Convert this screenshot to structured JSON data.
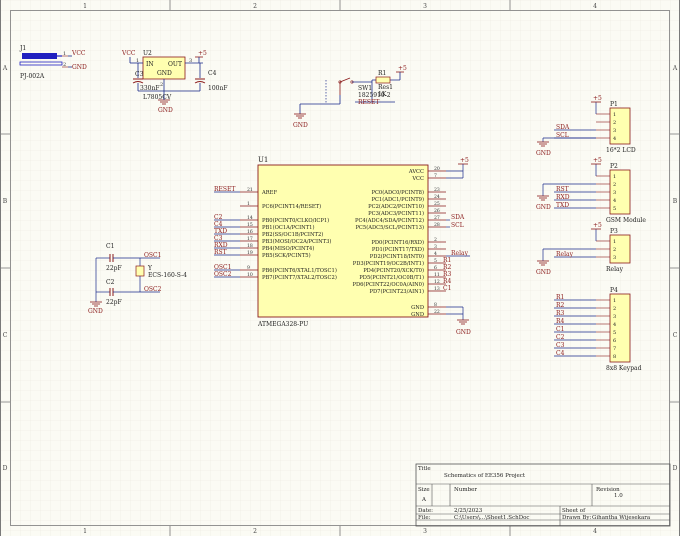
{
  "border": {
    "columns": [
      "1",
      "2",
      "3",
      "4"
    ],
    "rows": [
      "A",
      "B",
      "C",
      "D"
    ]
  },
  "j1": {
    "ref": "J1",
    "part": "PJ-002A",
    "pin1": "1",
    "pin2": "2",
    "vcc": "VCC",
    "gnd": "GND"
  },
  "u2": {
    "ref": "U2",
    "part": "L7805CV",
    "pin_in": "IN",
    "pin_out": "OUT",
    "pin_gnd": "GND",
    "n1": "1",
    "n2": "2",
    "n3": "3",
    "vcc": "VCC",
    "plus5": "+5",
    "c1ref": "C3",
    "c1val": "330nF",
    "c2ref": "C4",
    "c2val": "100nF",
    "gnd": "GND"
  },
  "reset_circuit": {
    "r_ref": "R1",
    "r_val": "Res1",
    "r_val2": "1K",
    "sw_ref": "SW1",
    "sw_part": "1825910-2",
    "plus5": "+5",
    "net": "RESET",
    "gnd": "GND"
  },
  "u1": {
    "ref": "U1",
    "part": "ATMEGA328-PU",
    "left_pins": [
      {
        "name": "AREF",
        "num": "21"
      },
      {
        "name": "PC6(PCINT14/RESET)",
        "num": "1"
      },
      {
        "name": "PB0(PCINT0/CLKO/ICP1)",
        "num": "14"
      },
      {
        "name": "PB1(OC1A/PCINT1)",
        "num": "15"
      },
      {
        "name": "PB2(SS/OC1B/PCINT2)",
        "num": "16"
      },
      {
        "name": "PB3(MOSI/OC2A/PCINT3)",
        "num": "17"
      },
      {
        "name": "PB4(MISO/PCINT4)",
        "num": "18"
      },
      {
        "name": "PB5(SCK/PCINT5)",
        "num": "19"
      },
      {
        "name": "PB6(PCINT6/XTAL1/TOSC1)",
        "num": "9"
      },
      {
        "name": "PB7(PCINT7/XTAL2/TOSC2)",
        "num": "10"
      }
    ],
    "left_nets": [
      "RESET",
      "C2",
      "C4",
      "TXD",
      "C3",
      "RXD",
      "RST",
      "OSC1",
      "OSC2"
    ],
    "right_pins": [
      {
        "name": "AVCC",
        "num": "20"
      },
      {
        "name": "VCC",
        "num": "7"
      },
      {
        "name": "PC0(ADC0/PCINT8)",
        "num": "23"
      },
      {
        "name": "PC1(ADC1/PCINT9)",
        "num": "24"
      },
      {
        "name": "PC2(ADC2/PCINT10)",
        "num": "25"
      },
      {
        "name": "PC3(ADC3/PCINT11)",
        "num": "26"
      },
      {
        "name": "PC4(ADC4/SDA/PCINT12)",
        "num": "27"
      },
      {
        "name": "PC5(ADC5/SCL/PCINT13)",
        "num": "28"
      },
      {
        "name": "PD0(PCINT16/RXD)",
        "num": "2"
      },
      {
        "name": "PD1(PCINT17/TXD)",
        "num": "3"
      },
      {
        "name": "PD2(PCINT18/INT0)",
        "num": "4"
      },
      {
        "name": "PD3(PCINT19/OC2B/INT1)",
        "num": "5"
      },
      {
        "name": "PD4(PCINT20/XCK/T0)",
        "num": "6"
      },
      {
        "name": "PD5(PCINT21/OC0B/T1)",
        "num": "11"
      },
      {
        "name": "PD6(PCINT22/OC0A/AIN0)",
        "num": "12"
      },
      {
        "name": "PD7(PCINT23/AIN1)",
        "num": "13"
      },
      {
        "name": "GND",
        "num": "8"
      },
      {
        "name": "GND",
        "num": "22"
      }
    ],
    "right_nets": [
      "SDA",
      "SCL",
      "Relay",
      "R1",
      "R2",
      "R3",
      "R4",
      "C1"
    ],
    "plus5": "+5",
    "gnd": "GND"
  },
  "crystal": {
    "c1ref": "C1",
    "c1val": "22pF",
    "c2ref": "C2",
    "c2val": "22pF",
    "yref": "Y",
    "ypart": "ECS-160-S-4",
    "osc1": "OSC1",
    "osc2": "OSC2",
    "gnd": "GND"
  },
  "p1": {
    "ref": "P1",
    "name": "16*2 LCD",
    "pins": [
      "1",
      "2",
      "3",
      "4"
    ],
    "nets": [
      "SDA",
      "SCL"
    ],
    "plus5": "+5",
    "gnd": "GND"
  },
  "p2": {
    "ref": "P2",
    "name": "GSM Module",
    "pins": [
      "1",
      "2",
      "3",
      "4",
      "5"
    ],
    "nets": [
      "RST",
      "RXD",
      "TXD"
    ],
    "plus5": "+5",
    "gnd": "GND"
  },
  "p3": {
    "ref": "P3",
    "name": "Relay",
    "pins": [
      "1",
      "2",
      "3"
    ],
    "nets": [
      "Relay"
    ],
    "plus5": "+5",
    "gnd": "GND"
  },
  "p4": {
    "ref": "P4",
    "name": "8x8 Keypad",
    "pins": [
      "1",
      "2",
      "3",
      "4",
      "5",
      "6",
      "7",
      "8"
    ],
    "nets": [
      "R1",
      "R2",
      "R3",
      "R4",
      "C1",
      "C2",
      "C3",
      "C4"
    ]
  },
  "title_block": {
    "title_label": "Title",
    "title": "Schematics of EE356 Project",
    "size_label": "Size",
    "size": "A",
    "number_label": "Number",
    "revision_label": "Revision",
    "revision": "1.0",
    "date_label": "Date:",
    "date": "2/25/2023",
    "sheet_label": "Sheet   of",
    "file_label": "File:",
    "file": "C:\\Users\\...\\Sheet1.SchDoc",
    "drawn_label": "Drawn By:",
    "drawn_by": "Gihantha Wijesekara"
  },
  "colors": {
    "wire": "#1a2a8a",
    "component": "#8a1a1a",
    "body": "#ffffb0",
    "power": "#8a1a1a",
    "grid": "#ece9dc",
    "frame": "#8a8a8a"
  }
}
